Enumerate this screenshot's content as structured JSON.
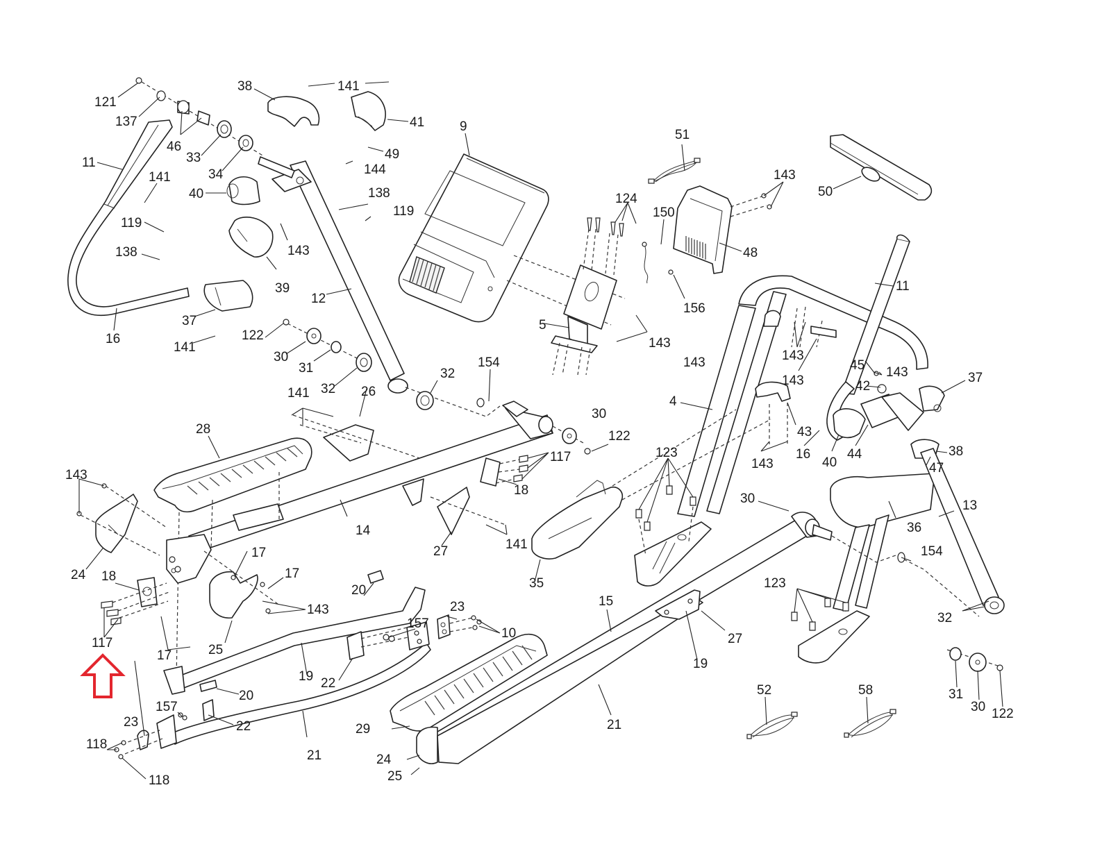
{
  "diagram": {
    "type": "exploded-parts-diagram",
    "subject": "elliptical trainer",
    "highlight_color": "#e3262e",
    "highlighted_part": "117",
    "callouts": [
      {
        "id": "c121",
        "label": "121"
      },
      {
        "id": "c137",
        "label": "137"
      },
      {
        "id": "c46",
        "label": "46"
      },
      {
        "id": "c33",
        "label": "33"
      },
      {
        "id": "c34",
        "label": "34"
      },
      {
        "id": "c38a",
        "label": "38"
      },
      {
        "id": "c141a",
        "label": "141"
      },
      {
        "id": "c41",
        "label": "41"
      },
      {
        "id": "c49",
        "label": "49"
      },
      {
        "id": "c144",
        "label": "144"
      },
      {
        "id": "c11a",
        "label": "11"
      },
      {
        "id": "c141b",
        "label": "141"
      },
      {
        "id": "c40a",
        "label": "40"
      },
      {
        "id": "c138a",
        "label": "138"
      },
      {
        "id": "c119a",
        "label": "119"
      },
      {
        "id": "c119b",
        "label": "119"
      },
      {
        "id": "c138b",
        "label": "138"
      },
      {
        "id": "c143a",
        "label": "143"
      },
      {
        "id": "c39",
        "label": "39"
      },
      {
        "id": "c37a",
        "label": "37"
      },
      {
        "id": "c16a",
        "label": "16"
      },
      {
        "id": "c141c",
        "label": "141"
      },
      {
        "id": "c12",
        "label": "12"
      },
      {
        "id": "c122a",
        "label": "122"
      },
      {
        "id": "c30a",
        "label": "30"
      },
      {
        "id": "c31a",
        "label": "31"
      },
      {
        "id": "c32a",
        "label": "32"
      },
      {
        "id": "c32b",
        "label": "32"
      },
      {
        "id": "c154a",
        "label": "154"
      },
      {
        "id": "c26",
        "label": "26"
      },
      {
        "id": "c141d",
        "label": "141"
      },
      {
        "id": "c9",
        "label": "9"
      },
      {
        "id": "c51",
        "label": "51"
      },
      {
        "id": "c124",
        "label": "124"
      },
      {
        "id": "c150",
        "label": "150"
      },
      {
        "id": "c143b",
        "label": "143"
      },
      {
        "id": "c48",
        "label": "48"
      },
      {
        "id": "c156",
        "label": "156"
      },
      {
        "id": "c5",
        "label": "5"
      },
      {
        "id": "c143c",
        "label": "143"
      },
      {
        "id": "c143d",
        "label": "143"
      },
      {
        "id": "c50",
        "label": "50"
      },
      {
        "id": "c11b",
        "label": "11"
      },
      {
        "id": "c4",
        "label": "4"
      },
      {
        "id": "c143e",
        "label": "143"
      },
      {
        "id": "c143f",
        "label": "143"
      },
      {
        "id": "c45",
        "label": "45"
      },
      {
        "id": "c143g",
        "label": "143"
      },
      {
        "id": "c42",
        "label": "42"
      },
      {
        "id": "c37b",
        "label": "37"
      },
      {
        "id": "c43",
        "label": "43"
      },
      {
        "id": "c143h",
        "label": "143"
      },
      {
        "id": "c16b",
        "label": "16"
      },
      {
        "id": "c40b",
        "label": "40"
      },
      {
        "id": "c44",
        "label": "44"
      },
      {
        "id": "c38b",
        "label": "38"
      },
      {
        "id": "c47",
        "label": "47"
      },
      {
        "id": "c30b",
        "label": "30"
      },
      {
        "id": "c122b",
        "label": "122"
      },
      {
        "id": "c117a",
        "label": "117"
      },
      {
        "id": "c18a",
        "label": "18"
      },
      {
        "id": "c28",
        "label": "28"
      },
      {
        "id": "c14",
        "label": "14"
      },
      {
        "id": "c27a",
        "label": "27"
      },
      {
        "id": "c141e",
        "label": "141"
      },
      {
        "id": "c35",
        "label": "35"
      },
      {
        "id": "c123a",
        "label": "123"
      },
      {
        "id": "c30c",
        "label": "30"
      },
      {
        "id": "c13",
        "label": "13"
      },
      {
        "id": "c36",
        "label": "36"
      },
      {
        "id": "c154b",
        "label": "154"
      },
      {
        "id": "c123b",
        "label": "123"
      },
      {
        "id": "c32c",
        "label": "32"
      },
      {
        "id": "c143i",
        "label": "143"
      },
      {
        "id": "c24a",
        "label": "24"
      },
      {
        "id": "c18b",
        "label": "18"
      },
      {
        "id": "c17a",
        "label": "17"
      },
      {
        "id": "c17b",
        "label": "17"
      },
      {
        "id": "c143j",
        "label": "143"
      },
      {
        "id": "c117b",
        "label": "117"
      },
      {
        "id": "c17c",
        "label": "17"
      },
      {
        "id": "c25a",
        "label": "25"
      },
      {
        "id": "c20a",
        "label": "20"
      },
      {
        "id": "c19a",
        "label": "19"
      },
      {
        "id": "c22a",
        "label": "22"
      },
      {
        "id": "c157a",
        "label": "157"
      },
      {
        "id": "c23a",
        "label": "23"
      },
      {
        "id": "c10",
        "label": "10"
      },
      {
        "id": "c15",
        "label": "15"
      },
      {
        "id": "c27b",
        "label": "27"
      },
      {
        "id": "c19b",
        "label": "19"
      },
      {
        "id": "c20b",
        "label": "20"
      },
      {
        "id": "c157b",
        "label": "157"
      },
      {
        "id": "c22b",
        "label": "22"
      },
      {
        "id": "c23b",
        "label": "23"
      },
      {
        "id": "c118a",
        "label": "118"
      },
      {
        "id": "c118b",
        "label": "118"
      },
      {
        "id": "c21a",
        "label": "21"
      },
      {
        "id": "c29",
        "label": "29"
      },
      {
        "id": "c21b",
        "label": "21"
      },
      {
        "id": "c24b",
        "label": "24"
      },
      {
        "id": "c25b",
        "label": "25"
      },
      {
        "id": "c52",
        "label": "52"
      },
      {
        "id": "c58",
        "label": "58"
      },
      {
        "id": "c31b",
        "label": "31"
      },
      {
        "id": "c30d",
        "label": "30"
      },
      {
        "id": "c122c",
        "label": "122"
      }
    ]
  }
}
